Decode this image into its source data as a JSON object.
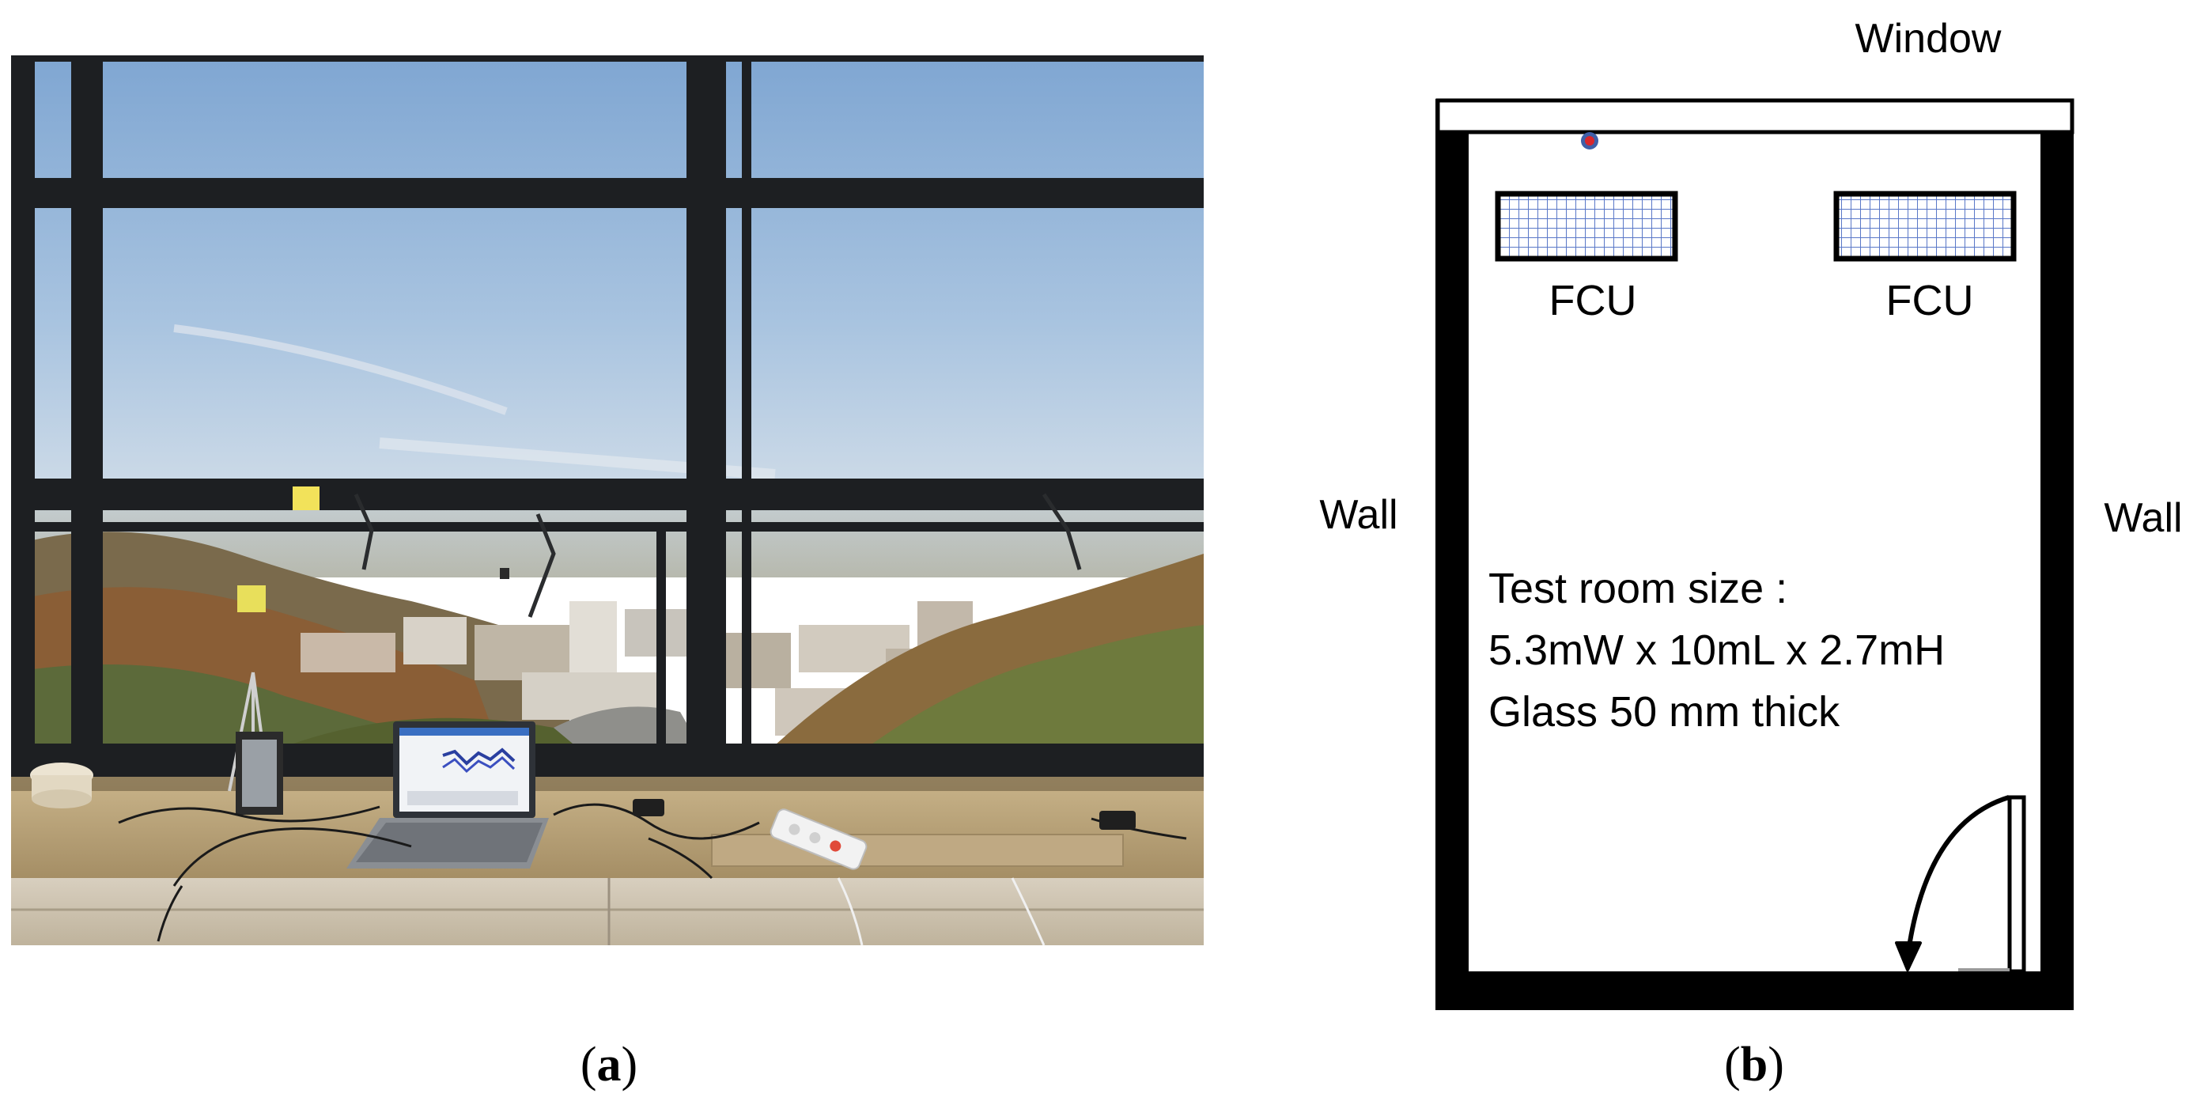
{
  "panels": {
    "a": {
      "caption_open": "(",
      "caption_letter": "a",
      "caption_close": ")"
    },
    "b": {
      "caption_open": "(",
      "caption_letter": "b",
      "caption_close": ")",
      "window_label": "Window",
      "wall_left_label": "Wall",
      "wall_right_label": "Wall",
      "fcu_left_label": "FCU",
      "fcu_right_label": "FCU",
      "info_line1": "Test room size :",
      "info_line2": "5.3mW x 10mL x 2.7mH",
      "info_line3": "Glass 50 mm thick"
    }
  },
  "colors": {
    "sensor_dot": "#d9262c",
    "sensor_ring": "#3f5fa8",
    "fcu_grid": "#5a78c8",
    "wall": "#000000"
  },
  "icons": {
    "sensor": "sensor-dot-icon",
    "fcu": "fcu-grid-icon",
    "door_swing": "door-swing-arrow-icon"
  }
}
